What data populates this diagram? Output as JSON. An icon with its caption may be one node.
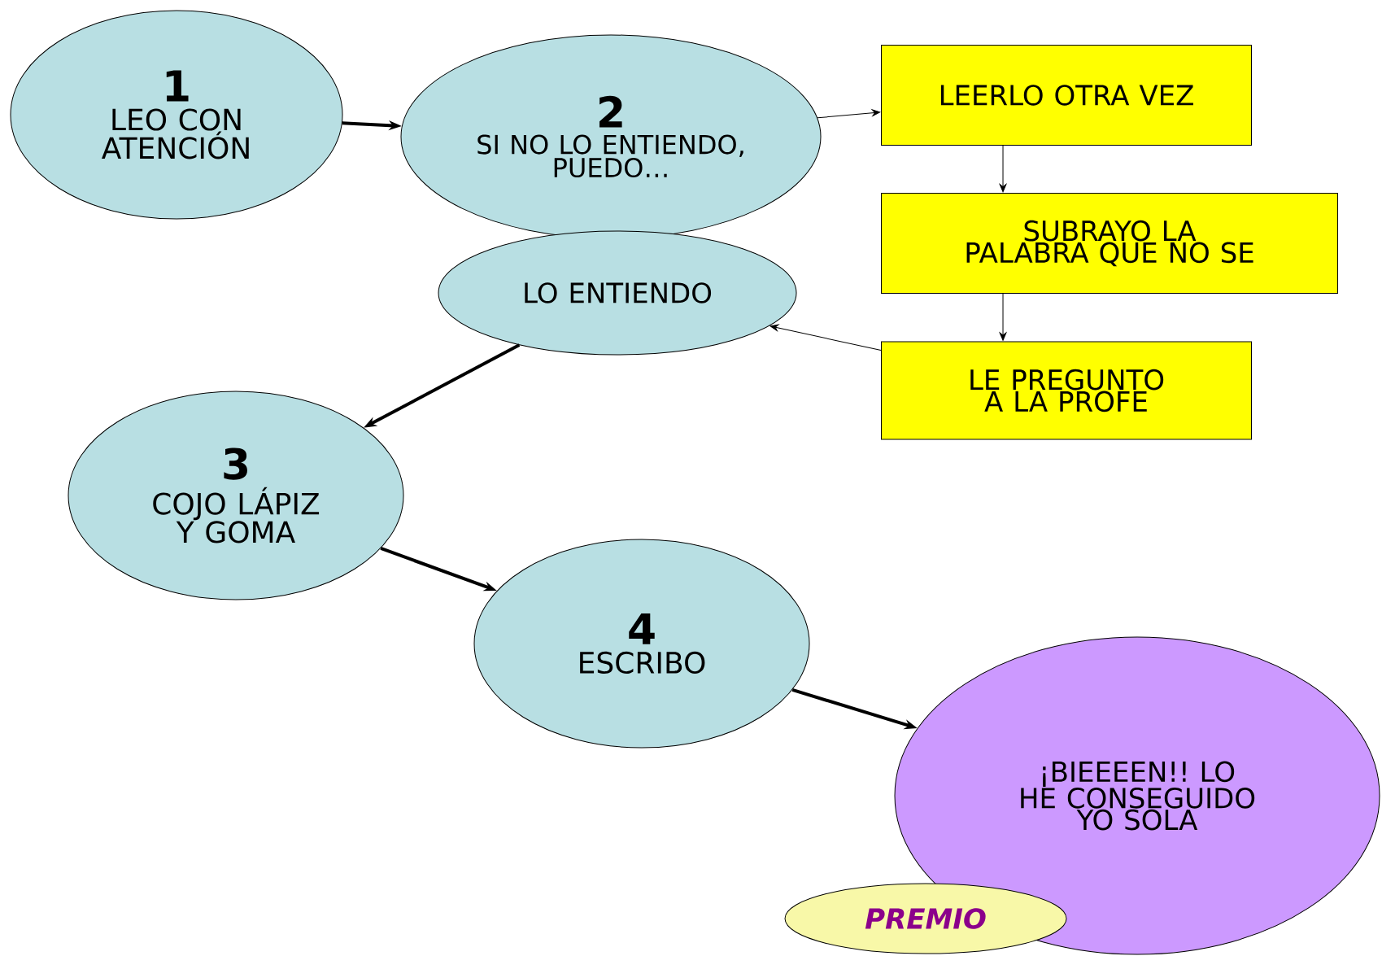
{
  "diagram": {
    "nodes": [
      {
        "text": [
          "1",
          "LEO CON ATENCIÓN"
        ]
      },
      {
        "text": [
          "2",
          "SI NO LO ENTIENDO, PUEDO…"
        ]
      },
      {
        "text": [
          "LEERLO OTRA VEZ"
        ]
      },
      {
        "text": [
          "SUBRAYO LA PALABRA QUE NO SE"
        ]
      },
      {
        "text": [
          "LE PREGUNTO A LA PROFE"
        ]
      },
      {
        "text": [
          "LO ENTIENDO"
        ]
      },
      {
        "text": [
          "3",
          "COJO LÁPIZ Y GOMA"
        ]
      },
      {
        "text": [
          "4",
          "ESCRIBO"
        ]
      },
      {
        "text": [
          "¡BIEEEEN!! LO HE CONSEGUIDO YO SOLA"
        ]
      },
      {
        "text": [
          "PREMIO"
        ]
      }
    ],
    "edges": [
      {
        "from": 0,
        "to": 1,
        "arrow": "to",
        "style": "thick"
      },
      {
        "from": 1,
        "to": 2,
        "arrow": "to"
      },
      {
        "from": 2,
        "to": 3,
        "arrow": "to"
      },
      {
        "from": 3,
        "to": 4,
        "arrow": "to"
      },
      {
        "from": 4,
        "to": 5,
        "arrow": "to"
      },
      {
        "from": 5,
        "to": 6,
        "arrow": "to",
        "style": "thick"
      },
      {
        "from": 6,
        "to": 7,
        "arrow": "to",
        "style": "thick"
      },
      {
        "from": 7,
        "to": 8,
        "arrow": "to",
        "style": "thick"
      }
    ]
  }
}
